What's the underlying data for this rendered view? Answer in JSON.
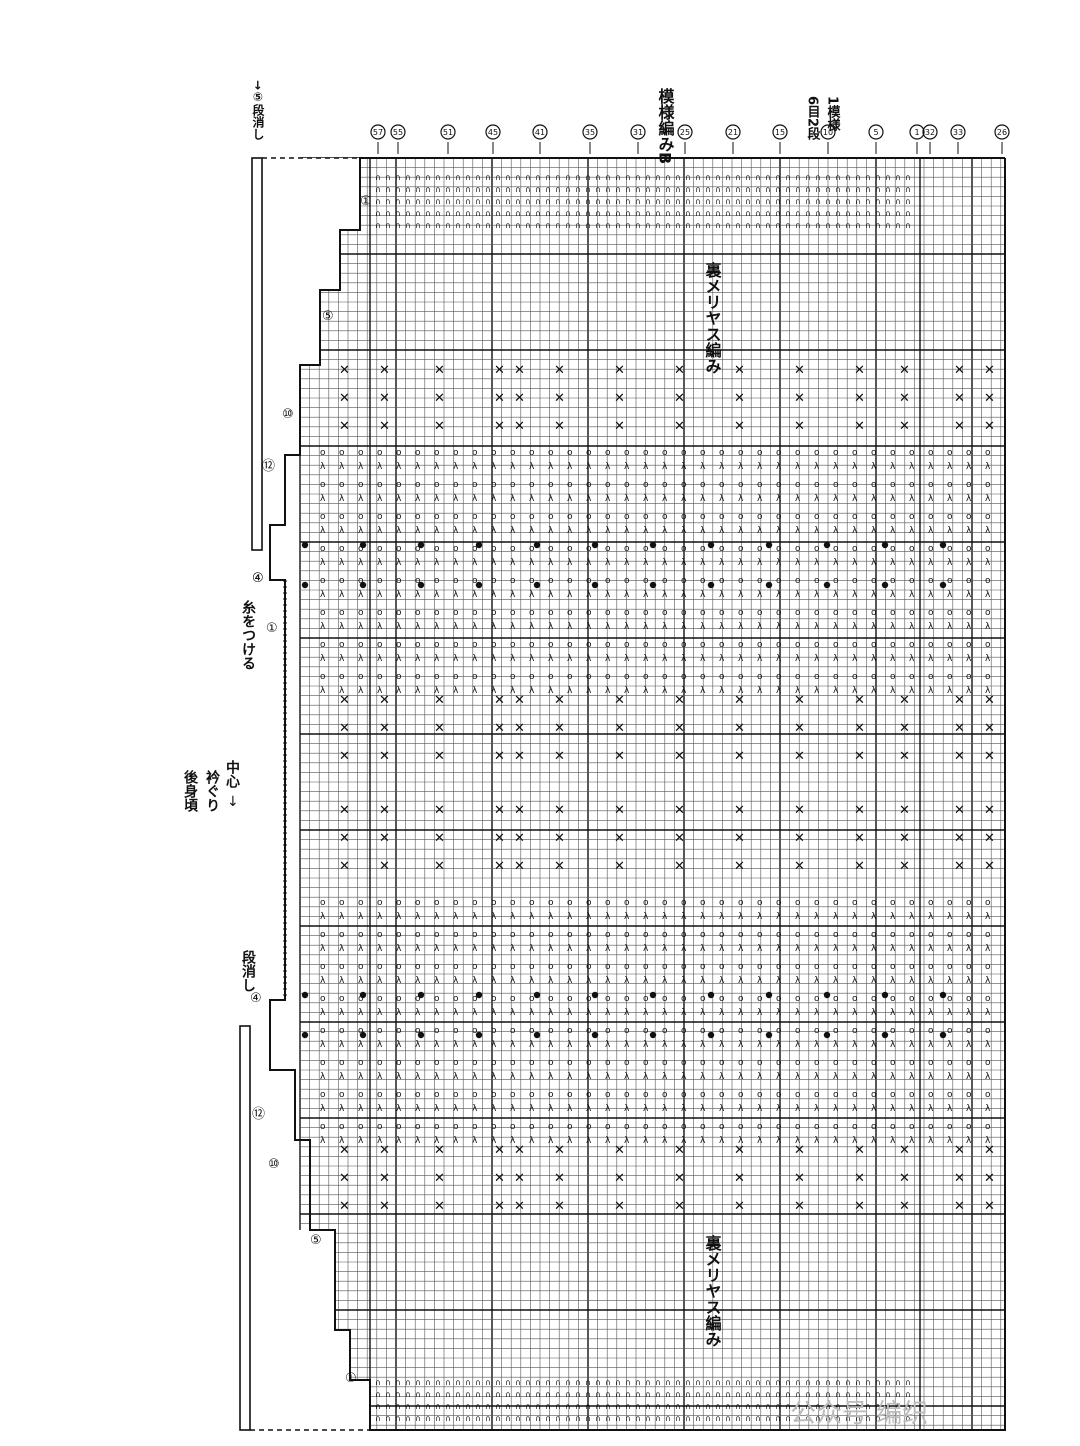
{
  "title": "後身頃",
  "subtitle": "衿ぐり",
  "center_label": "中心",
  "attach_yarn_label": "糸をつける",
  "row_shortening_label_top": "段消し",
  "row_shortening_label_bottom": "段消し",
  "pattern_label": "模様編みB",
  "repeat_note_line1": "6目2段",
  "repeat_note_line2": "1模様",
  "reverse_stockinette_label_right": "裏メリヤス編み",
  "reverse_stockinette_label_left": "裏メリヤス編み",
  "top_row_marker": "→⑤段消し",
  "stitch_numbers": [
    "57",
    "55",
    "51",
    "45",
    "41",
    "35",
    "31",
    "25",
    "21",
    "15",
    "10",
    "5",
    "1",
    "32",
    "33",
    "26"
  ],
  "neck_shaping_numbers_right": [
    "①",
    "⑤",
    "⑩",
    "⑫",
    "④"
  ],
  "neck_shaping_numbers_left": [
    "①",
    "⑤",
    "⑩",
    "⑫",
    "④"
  ],
  "attach_yarn_numbers": [
    "④",
    "①"
  ],
  "watermark": "公众号 编织"
}
